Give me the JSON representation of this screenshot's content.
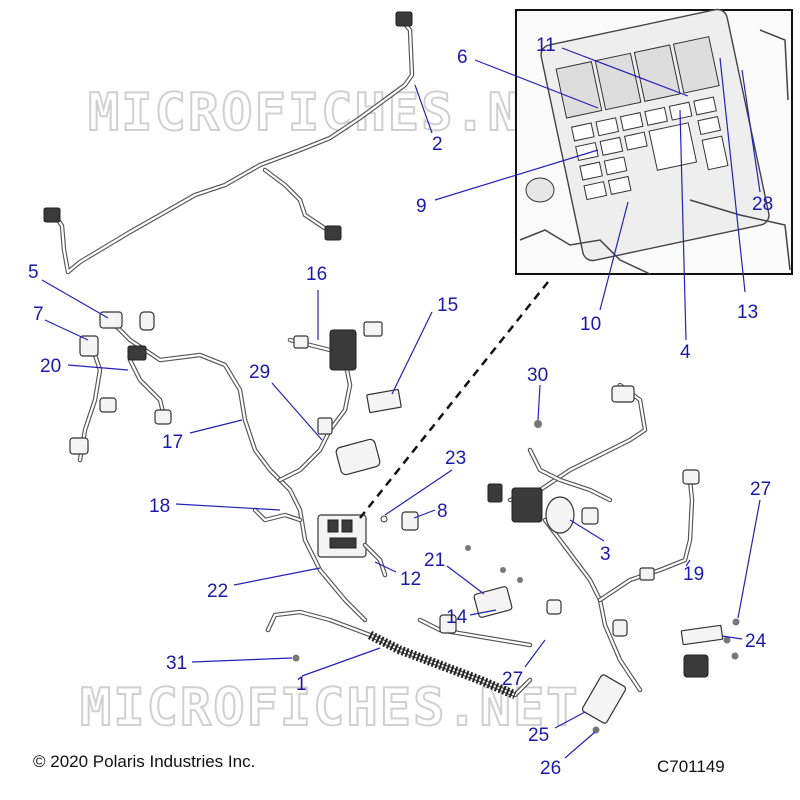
{
  "watermark": "MICROFICHES.NET",
  "footer": {
    "copyright": "© 2020 Polaris Industries Inc.",
    "figure_code": "C701149"
  },
  "callouts": [
    {
      "id": "c1",
      "label": "1"
    },
    {
      "id": "c2",
      "label": "2"
    },
    {
      "id": "c3",
      "label": "3"
    },
    {
      "id": "c4",
      "label": "4"
    },
    {
      "id": "c5",
      "label": "5"
    },
    {
      "id": "c6",
      "label": "6"
    },
    {
      "id": "c7",
      "label": "7"
    },
    {
      "id": "c8",
      "label": "8"
    },
    {
      "id": "c9",
      "label": "9"
    },
    {
      "id": "c10",
      "label": "10"
    },
    {
      "id": "c11",
      "label": "11"
    },
    {
      "id": "c12",
      "label": "12"
    },
    {
      "id": "c13",
      "label": "13"
    },
    {
      "id": "c14",
      "label": "14"
    },
    {
      "id": "c15",
      "label": "15"
    },
    {
      "id": "c16",
      "label": "16"
    },
    {
      "id": "c17",
      "label": "17"
    },
    {
      "id": "c18",
      "label": "18"
    },
    {
      "id": "c19",
      "label": "19"
    },
    {
      "id": "c20",
      "label": "20"
    },
    {
      "id": "c21",
      "label": "21"
    },
    {
      "id": "c22",
      "label": "22"
    },
    {
      "id": "c23",
      "label": "23"
    },
    {
      "id": "c24",
      "label": "24"
    },
    {
      "id": "c25",
      "label": "25"
    },
    {
      "id": "c26",
      "label": "26"
    },
    {
      "id": "c27a",
      "label": "27"
    },
    {
      "id": "c27b",
      "label": "27"
    },
    {
      "id": "c28",
      "label": "28"
    },
    {
      "id": "c29",
      "label": "29"
    },
    {
      "id": "c30",
      "label": "30"
    },
    {
      "id": "c31",
      "label": "31"
    }
  ],
  "colors": {
    "callout": "#1a1aaa",
    "leader": "#2323b8",
    "wire": "#555555",
    "watermark": "#d0d0d0"
  }
}
